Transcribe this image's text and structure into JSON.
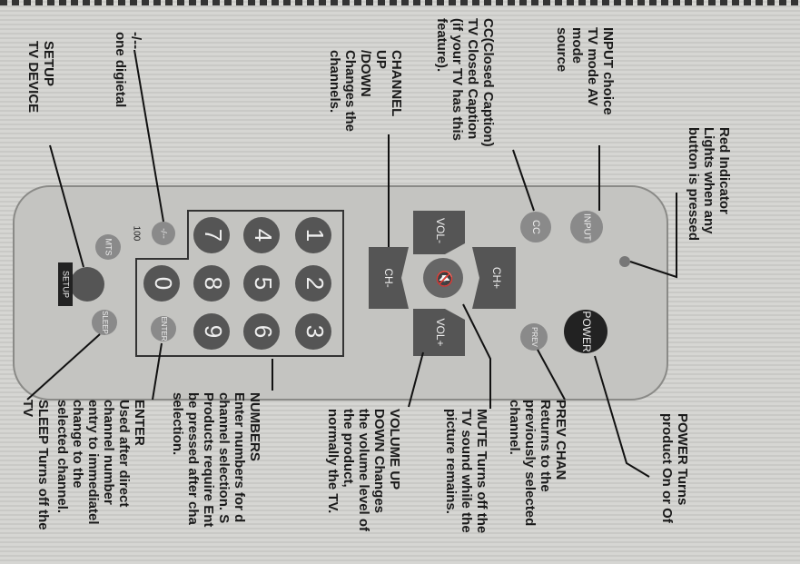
{
  "labels": {
    "red_indicator": "Red Indicator\nLights when any\nbutton is pressed",
    "input": "INPUT choice\nTV mode AV mode\nsource",
    "cc": "CC(Closed Caption)\nTV  Closed  Caption\n(if your TV has this\nfeature).",
    "channel": "CHANNEL UP\n/DOWN\nChanges the\nchannels.",
    "digit": "-/--\none digietal",
    "setup": "SETUP\nTV DEVICE",
    "power": "POWER  Turns\nproduct On or Of",
    "prev_chan": "PREV CHAN\nReturns to the\npreviously selected\nchannel.",
    "mute": "MUTE Turns off the\nTV sound while the\npicture  remains.",
    "volume": "VOLUME UP\nDOWN Changes\nthe volume level of\nthe product,\nnormally the TV.",
    "numbers": "NUMBERS\nEnter numbers for d\nchannel selection. S\nProducts require Ent\nbe pressed after cha\nselection.",
    "enter": "ENTER\nUsed after direct\nchannel number\nentry to immediatel\nchange to the\nselected channel.",
    "sleep": "SLEEP Turns off the\nTV"
  },
  "buttons": {
    "input": "INPUT",
    "cc": "CC",
    "power": "POWER",
    "prev": "PREV",
    "vol_minus": "VOL-",
    "vol_plus": "VOL+",
    "ch_plus": "CH+",
    "ch_minus": "CH-",
    "mute": "🔇",
    "n1": "1",
    "n2": "2",
    "n3": "3",
    "n4": "4",
    "n5": "5",
    "n6": "6",
    "n7": "7",
    "n8": "8",
    "n9": "9",
    "n0": "0",
    "digit": "-/--",
    "digit_sub": "100",
    "enter": "ENTER",
    "mts": "MTS",
    "setup": "SETUP",
    "sleep": "SLEEP"
  },
  "colors": {
    "button_dark": "#555555",
    "button_light": "#8a8a8a",
    "indicator": "#777777"
  }
}
